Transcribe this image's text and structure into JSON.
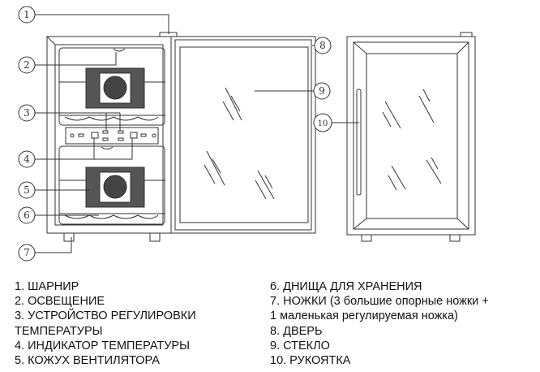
{
  "callouts": [
    "1",
    "2",
    "3",
    "4",
    "5",
    "6",
    "7",
    "8",
    "9",
    "10"
  ],
  "legend_left": [
    "1. ШАРНИР",
    "2. ОСВЕЩЕНИЕ",
    "3. УСТРОЙСТВО РЕГУЛИРОВКИ",
    "ТЕМПЕРАТУРЫ",
    "4. ИНДИКАТОР ТЕМПЕРАТУРЫ",
    "5. КОЖУХ ВЕНТИЛЯТОРА"
  ],
  "legend_right": [
    "6. ДНИЩА ДЛЯ ХРАНЕНИЯ",
    "7. НОЖКИ (3 большие опорные ножки +",
    "1 маленькая регулируемая ножка)",
    "8. ДВЕРЬ",
    "9. СТЕКЛО",
    "10. РУКОЯТКА"
  ]
}
